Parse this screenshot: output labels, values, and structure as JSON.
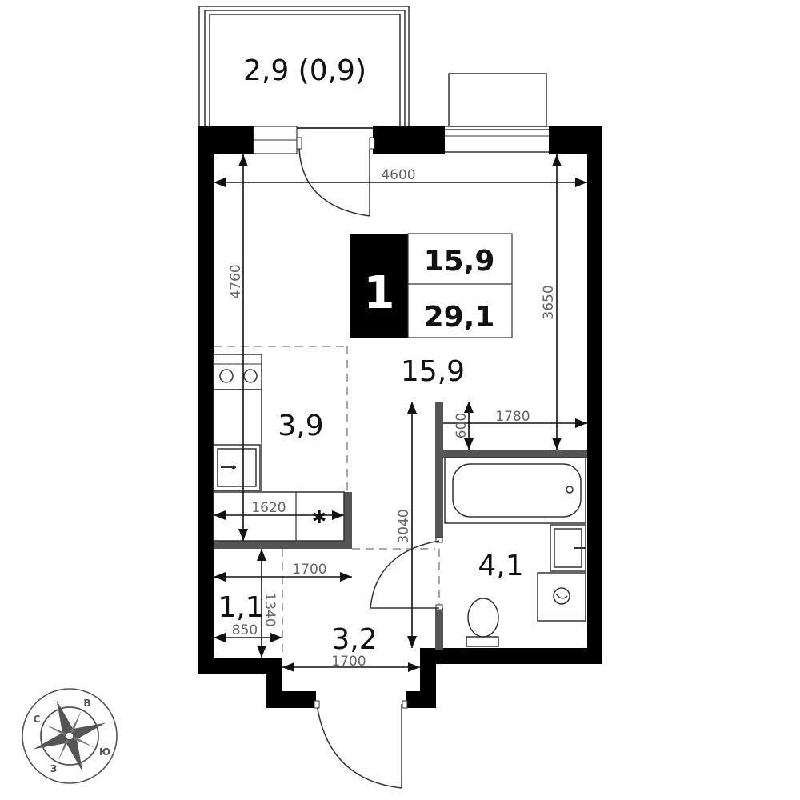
{
  "rooms": {
    "balcony": "2,9 (0,9)",
    "main": "15,9",
    "kitchen": "3,9",
    "bathroom": "4,1",
    "hall": "3,2",
    "closet": "1,1"
  },
  "badge": {
    "rooms_count": "1",
    "living_area": "15,9",
    "total_area": "29,1"
  },
  "dimensions": {
    "width_main": "4600",
    "height_left": "4760",
    "height_right": "3650",
    "bath_offset": "600",
    "bath_width": "1780",
    "kitchen_width": "1620",
    "corridor_height": "3040",
    "hall_width": "1700",
    "closet_height": "1340",
    "closet_width": "850",
    "entrance_width": "1700"
  },
  "compass": {
    "north": "С",
    "east": "В",
    "south": "Ю",
    "west": "З"
  },
  "colors": {
    "wall": "#000000",
    "partition": "#555555",
    "badge_bg": "#000000"
  }
}
